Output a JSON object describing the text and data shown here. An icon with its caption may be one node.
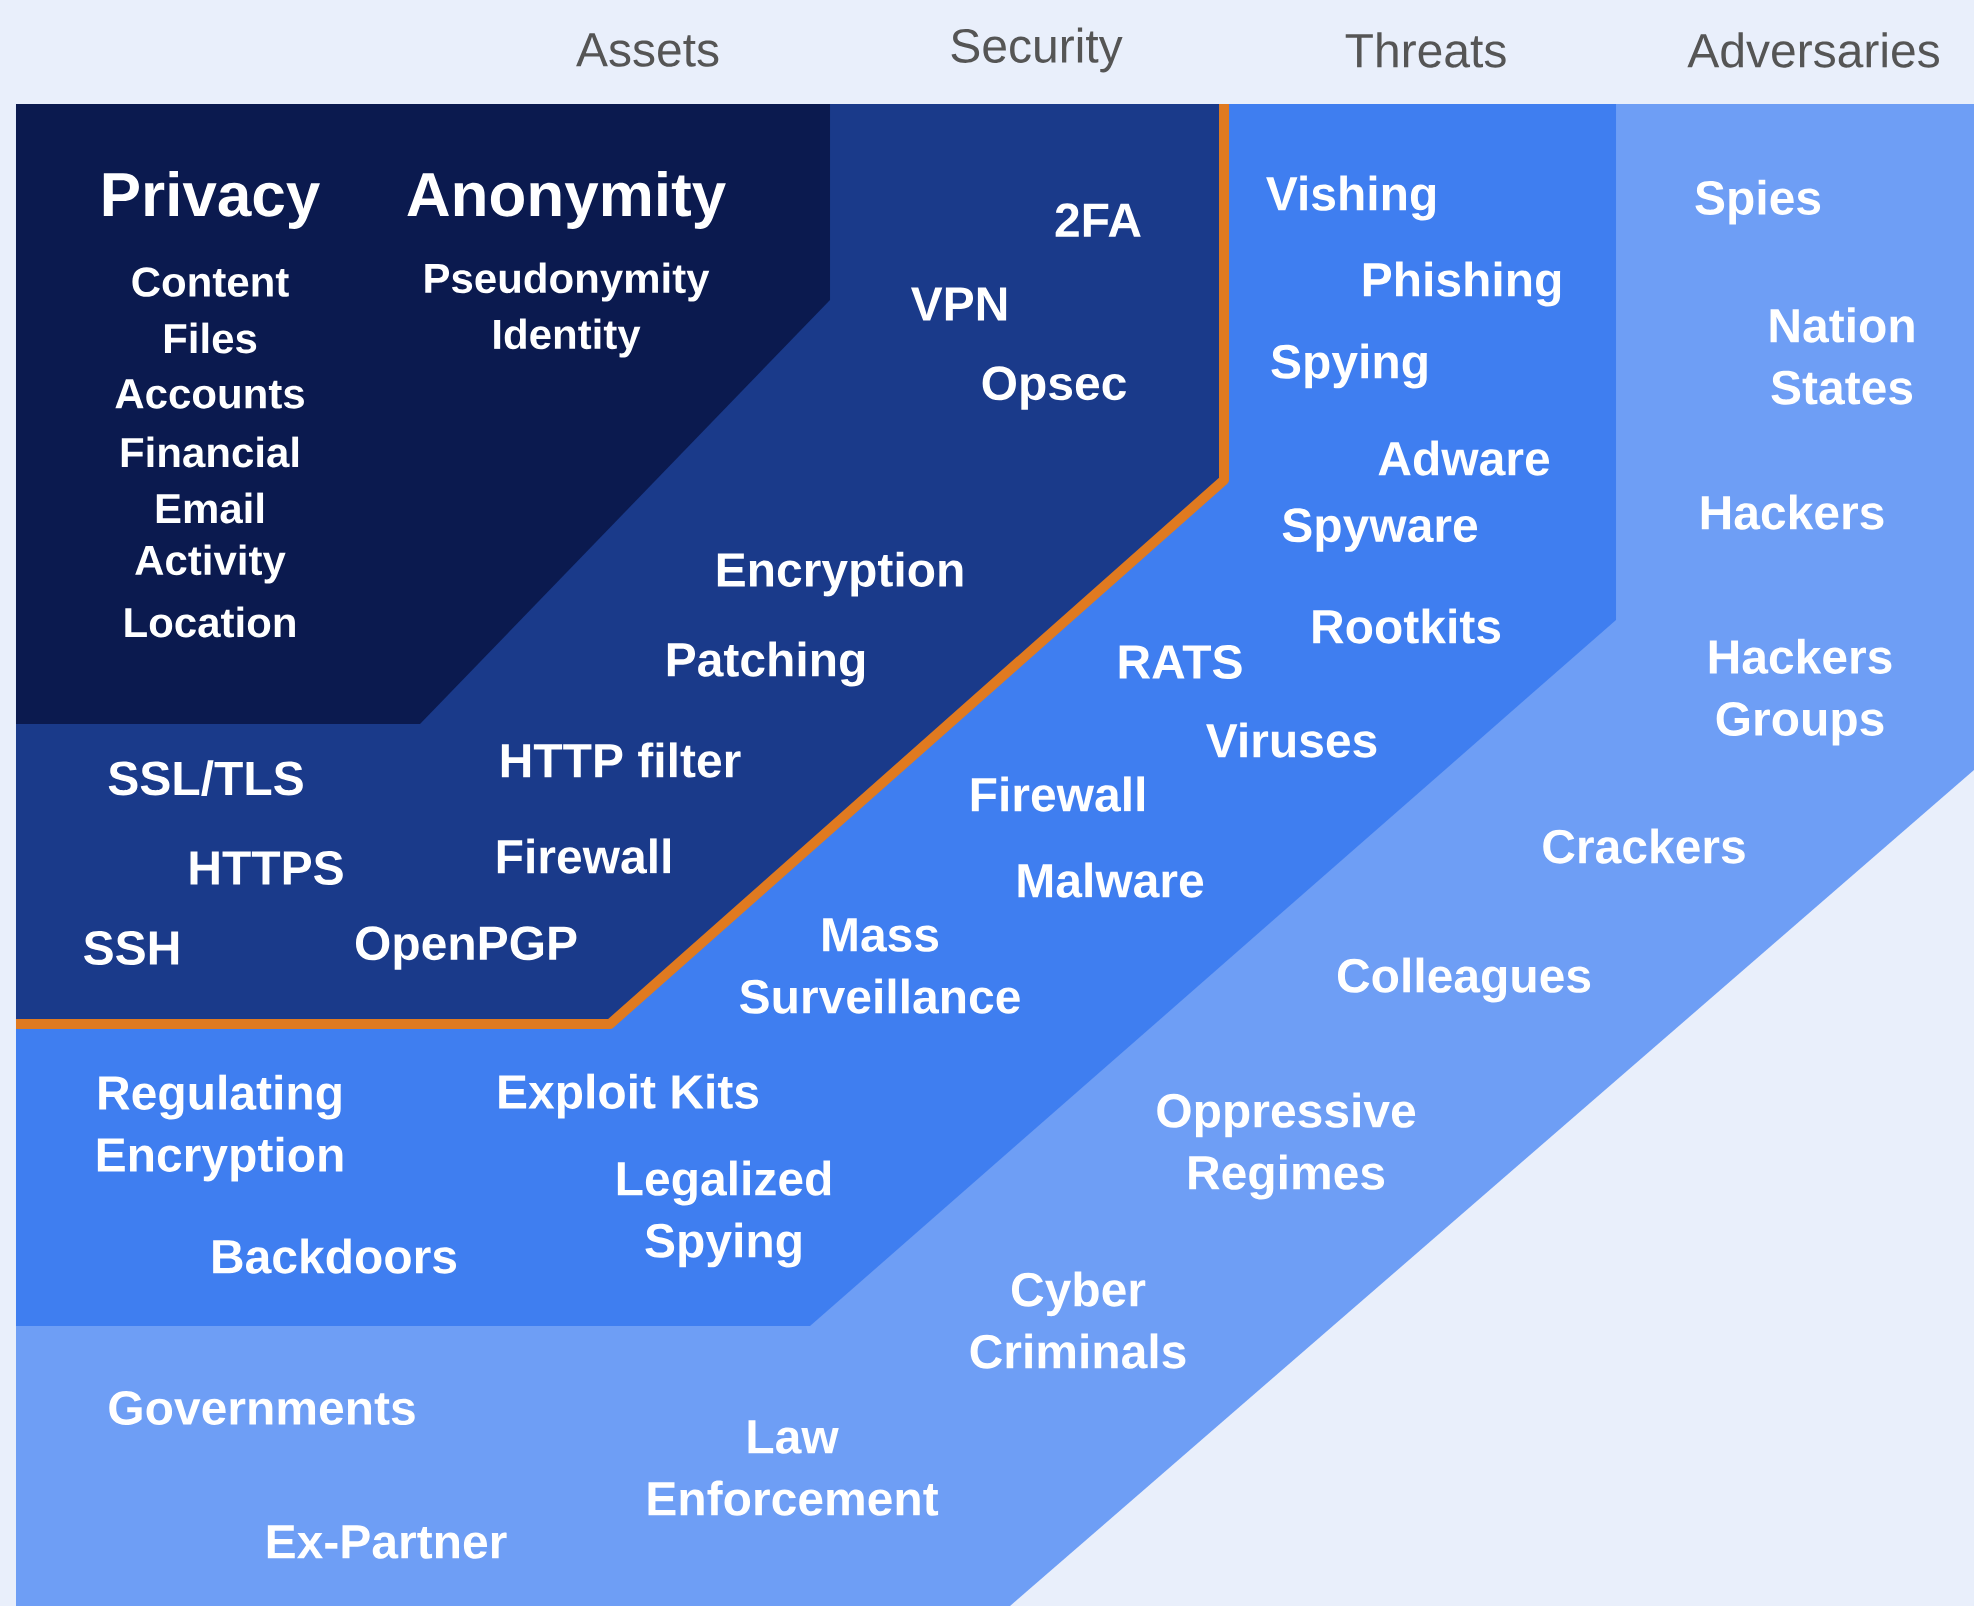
{
  "diagram": {
    "nodes": [
      {
        "text": [
          "Privacy",
          "Content",
          "Files",
          "Accounts",
          "Financial",
          "Email",
          "Activity",
          "Location",
          "Anonymity",
          "Pseudonymity",
          "Identity"
        ],
        "in": 1
      },
      {
        "text": [
          "2FA",
          "VPN",
          "Opsec",
          "Encryption",
          "Patching",
          "HTTP filter",
          "Firewall",
          "SSL/TLS",
          "HTTPS",
          "SSH",
          "OpenPGP"
        ],
        "in": 2
      },
      {
        "text": [
          "Vishing",
          "Phishing",
          "Spying",
          "Adware",
          "Spyware",
          "Rootkits",
          "RATS",
          "Viruses",
          "Firewall",
          "Malware",
          "Mass Surveillance",
          "Regulating Encryption",
          "Exploit Kits",
          "Backdoors",
          "Legalized Spying"
        ],
        "in": 3
      },
      {
        "text": [
          "Spies",
          "Nation States",
          "Hackers",
          "Hackers Groups",
          "Crackers",
          "Colleagues",
          "Oppressive Regimes",
          "Cyber Criminals",
          "Governments",
          "Law Enforcement",
          "Ex-Partner"
        ]
      }
    ],
    "labels": [
      "Assets",
      "Security",
      "Threats",
      "Adversaries"
    ]
  }
}
